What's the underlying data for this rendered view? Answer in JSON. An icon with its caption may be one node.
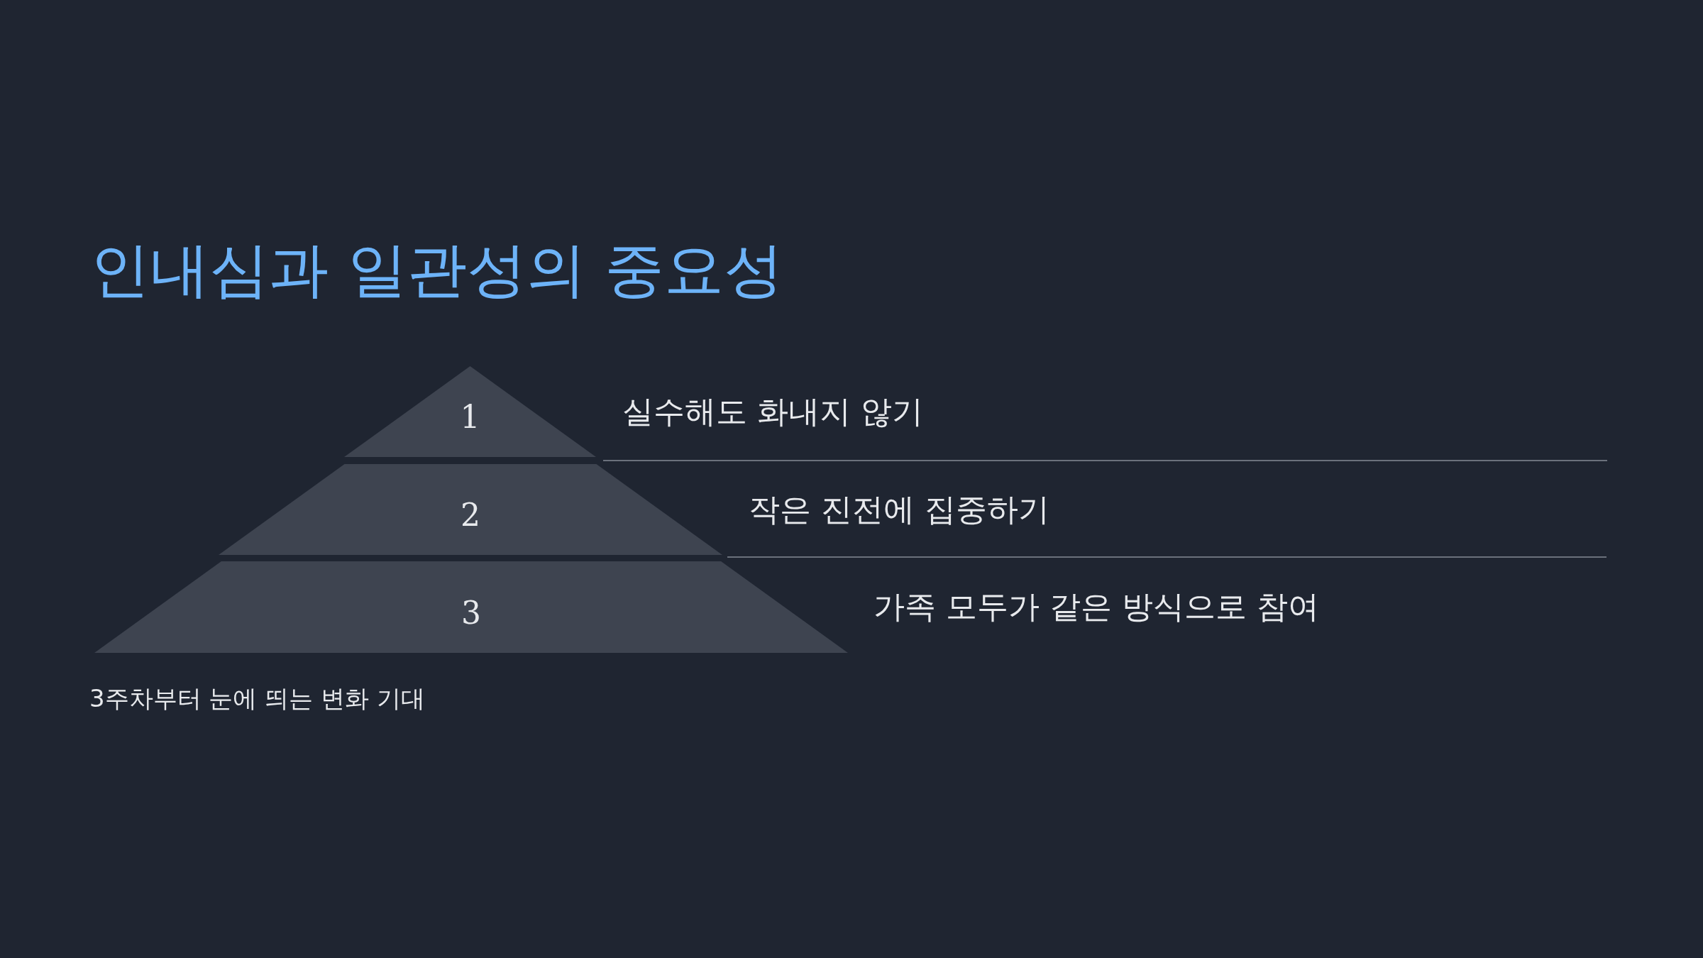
{
  "diagram": {
    "title": "인내심과 일관성의 중요성",
    "nodes": [
      {
        "text": [
          "1"
        ],
        "beside": [
          "실수해도 화내지 않기"
        ]
      },
      {
        "text": [
          "2"
        ],
        "beside": [
          "작은 진전에 집중하기"
        ]
      },
      {
        "text": [
          "3"
        ],
        "beside": [
          "가족 모두가 같은 방식으로 참여"
        ]
      }
    ],
    "labels": [
      "3주차부터 눈에 띄는 변화 기대"
    ]
  }
}
